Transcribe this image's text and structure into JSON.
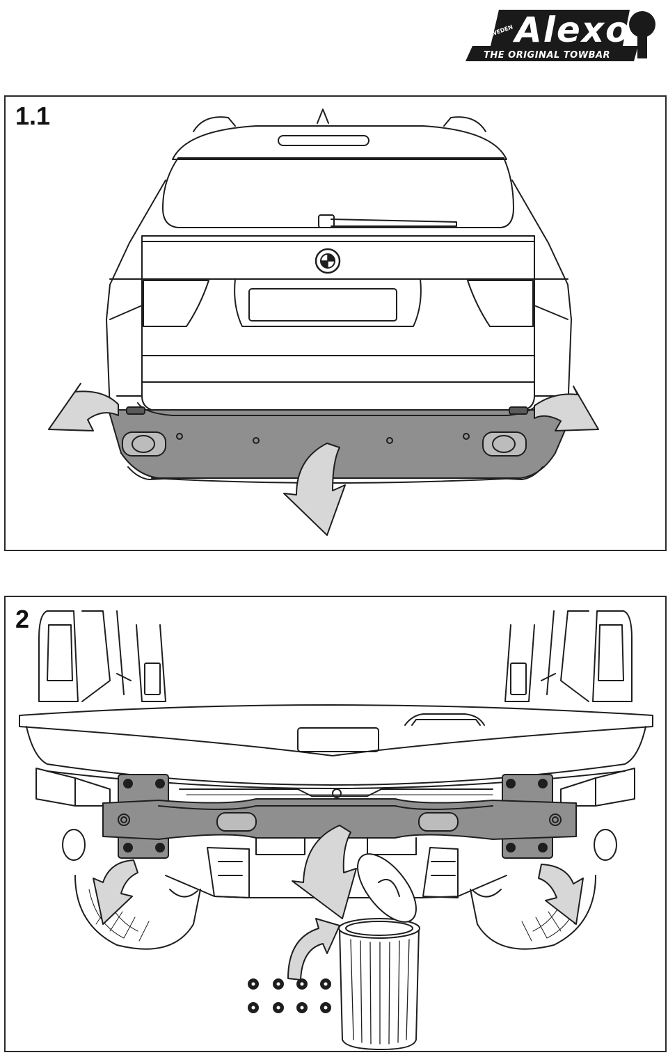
{
  "logo": {
    "brand": "Alexo",
    "country": "SWEDEN",
    "tagline": "THE ORIGINAL TOWBAR"
  },
  "steps": [
    {
      "label": "1.1"
    },
    {
      "label": "2"
    }
  ],
  "colors": {
    "line": "#1e1e1e",
    "highlight": "#8f8f8f",
    "arrow_fill": "#d7d7d7",
    "logo_dark": "#1a1a1a"
  }
}
